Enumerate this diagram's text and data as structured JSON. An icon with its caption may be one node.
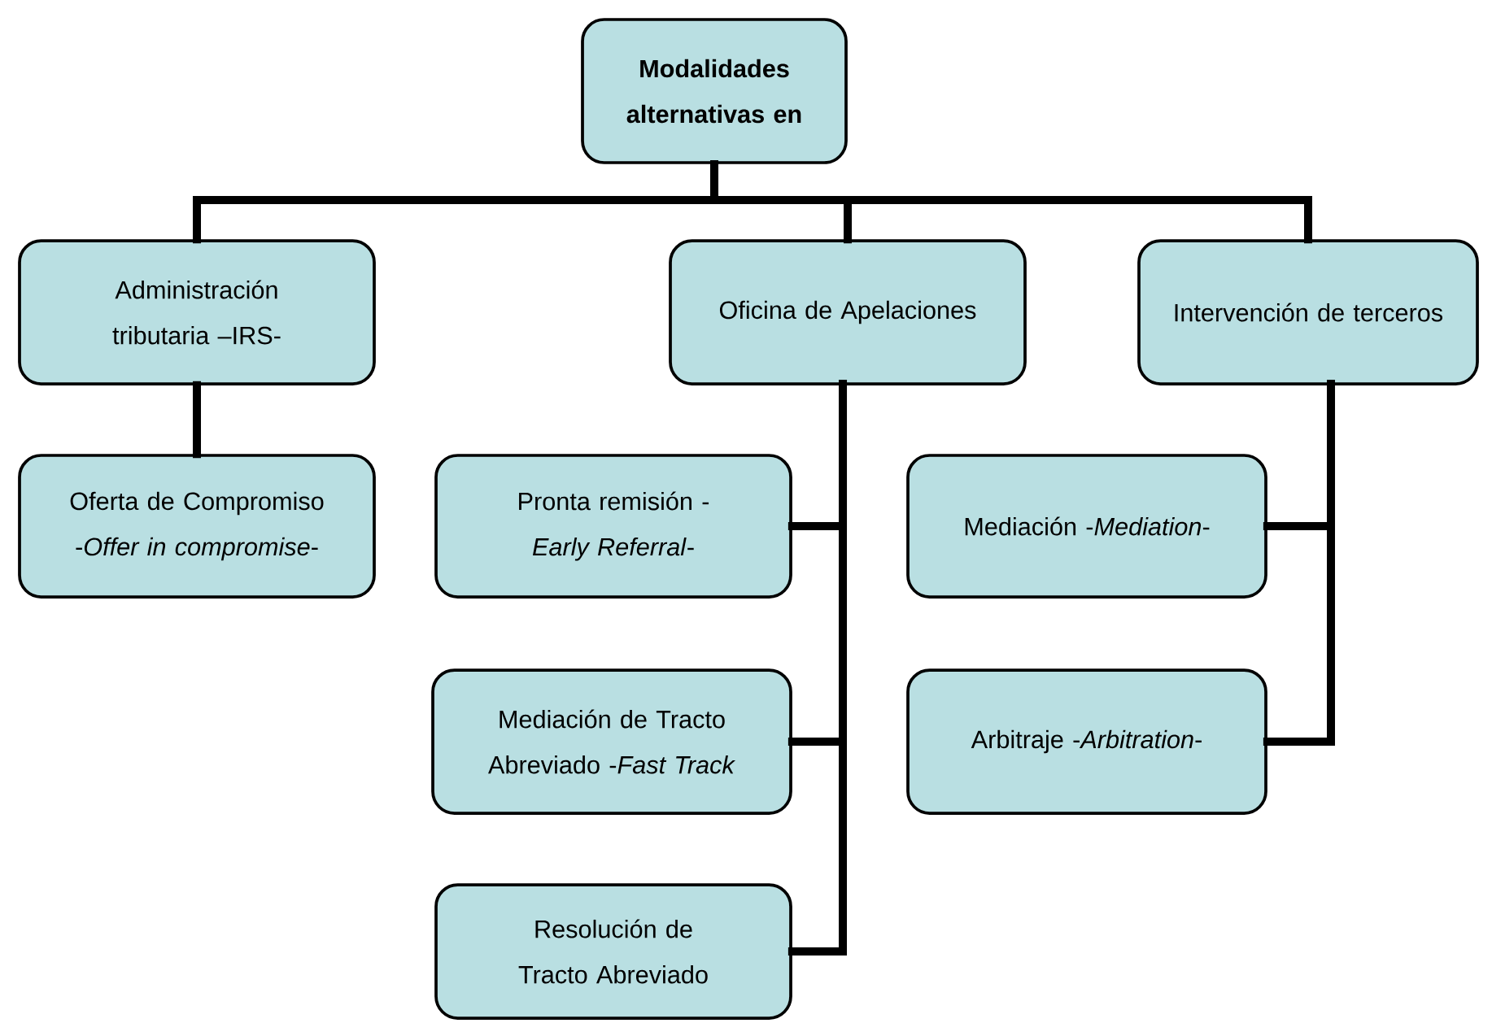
{
  "diagram": {
    "nodes": [
      {
        "text": [
          "Modalidades alternativas en"
        ]
      },
      {
        "text": [
          "Administración tributaria –IRS-"
        ]
      },
      {
        "text": [
          "Oficina de Apelaciones"
        ]
      },
      {
        "text": [
          "Intervención de terceros"
        ]
      },
      {
        "text": [
          "Oferta de Compromiso -*Offer in compromise*-"
        ]
      },
      {
        "text": [
          "Pronta remisión -*Early Referral*-"
        ]
      },
      {
        "text": [
          "Mediación de Tracto Abreviado -*Fast Track*"
        ]
      },
      {
        "text": [
          "Resolución de Tracto Abreviado"
        ]
      },
      {
        "text": [
          "Mediación -*Mediation*-"
        ]
      },
      {
        "text": [
          "Arbitraje -*Arbitration*-"
        ]
      }
    ],
    "edges": [
      {
        "from": 0,
        "to": 1,
        "arrow": "none"
      },
      {
        "from": 0,
        "to": 2,
        "arrow": "none"
      },
      {
        "from": 0,
        "to": 3,
        "arrow": "none"
      },
      {
        "from": 1,
        "to": 4,
        "arrow": "none"
      },
      {
        "from": 2,
        "to": 5,
        "arrow": "none"
      },
      {
        "from": 2,
        "to": 6,
        "arrow": "none"
      },
      {
        "from": 2,
        "to": 7,
        "arrow": "none"
      },
      {
        "from": 3,
        "to": 8,
        "arrow": "none"
      },
      {
        "from": 3,
        "to": 9,
        "arrow": "none"
      }
    ]
  }
}
